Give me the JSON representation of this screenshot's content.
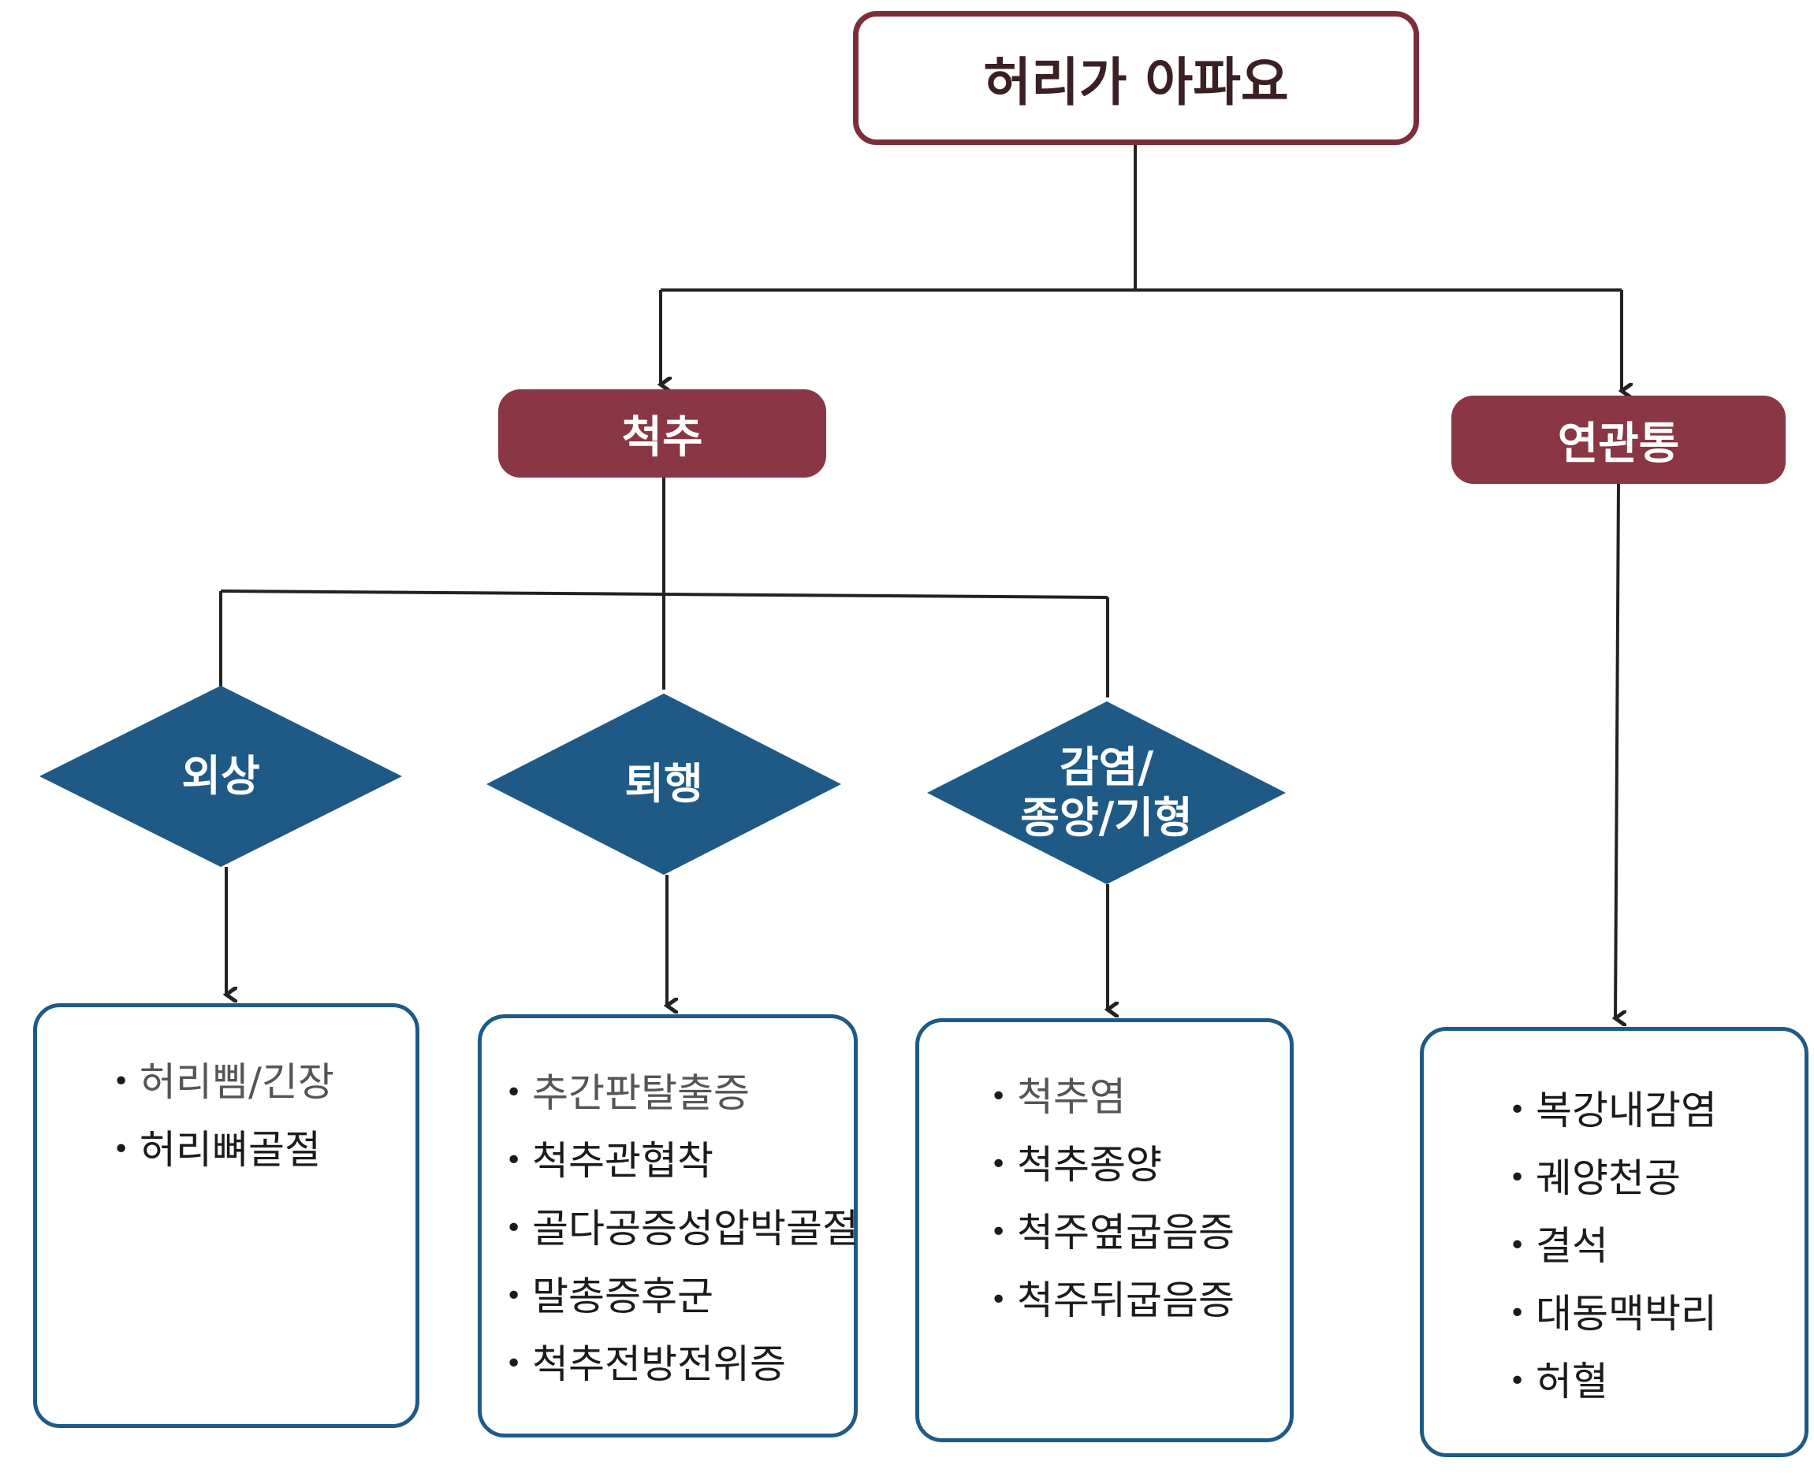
{
  "root": {
    "label": "허리가 아파요"
  },
  "categories": {
    "spine": {
      "label": "척추"
    },
    "referred": {
      "label": "연관통"
    }
  },
  "causes": {
    "trauma": {
      "label": "외상"
    },
    "degenerative": {
      "label": "퇴행"
    },
    "infection": {
      "line1": "감염/",
      "line2": "종양/기형"
    }
  },
  "lists": {
    "trauma": [
      "허리삠/긴장",
      "허리뼈골절"
    ],
    "degenerative": [
      "추간판탈출증",
      "척추관협착",
      "골다공증성압박골절",
      "말총증후군",
      "척추전방전위증"
    ],
    "infection": [
      "척추염",
      "척추종양",
      "척주옆굽음증",
      "척주뒤굽음증"
    ],
    "referred": [
      "복강내감염",
      "궤양천공",
      "결석",
      "대동맥박리",
      "허혈"
    ]
  },
  "colors": {
    "root_border": "#7b2e3a",
    "category_fill": "#8a3644",
    "diamond_fill": "#1f5a86",
    "box_border": "#1f5a86",
    "connector": "#222222"
  }
}
